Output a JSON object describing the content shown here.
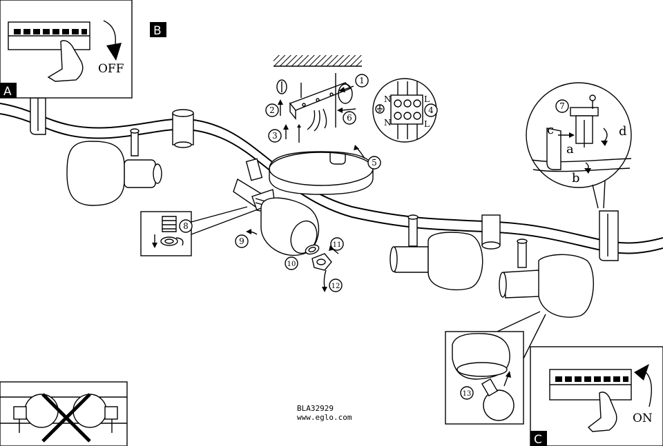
{
  "panels": {
    "A": {
      "letter": "A",
      "switch_label": "OFF"
    },
    "B": {
      "letter": "B"
    },
    "C": {
      "letter": "C",
      "switch_label": "ON"
    }
  },
  "terminal": {
    "N": "N",
    "L": "L"
  },
  "detail_letters": {
    "a": "a",
    "b": "b",
    "c": "c",
    "d": "d"
  },
  "steps": [
    "1",
    "2",
    "3",
    "4",
    "5",
    "6",
    "7",
    "8",
    "9",
    "10",
    "11",
    "12",
    "13"
  ],
  "footer": {
    "code": "BLA32929",
    "url": "www.eglo.com"
  }
}
